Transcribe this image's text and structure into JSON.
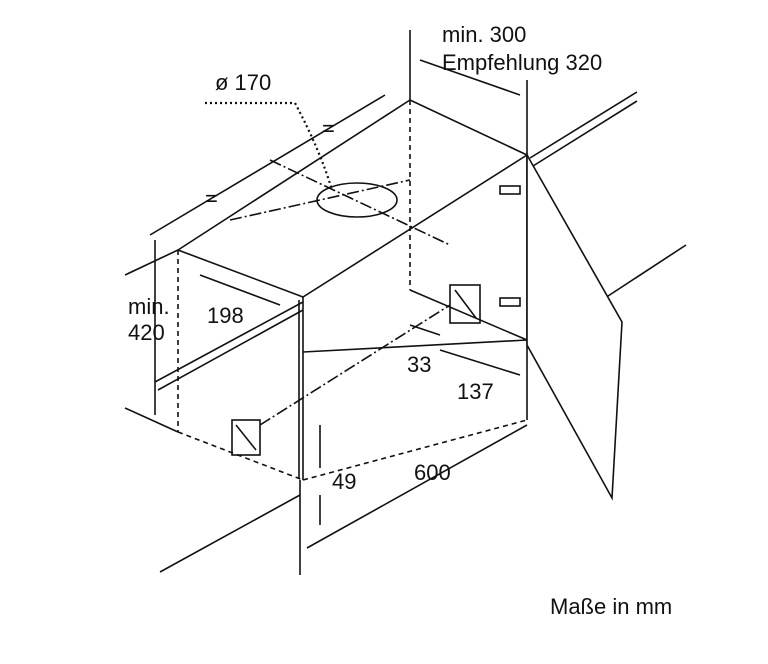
{
  "dimensions": {
    "min_depth": "min. 300",
    "recommended_depth": "Empfehlung 320",
    "duct_diameter": "ø 170",
    "equal_left": "=",
    "equal_right": "=",
    "min_height_label": "min.",
    "min_height_value": "420",
    "front_offset": "198",
    "bracket_offset": "33",
    "side_offset": "137",
    "bottom_offset": "49",
    "width": "600"
  },
  "units_note": "Maße in mm"
}
